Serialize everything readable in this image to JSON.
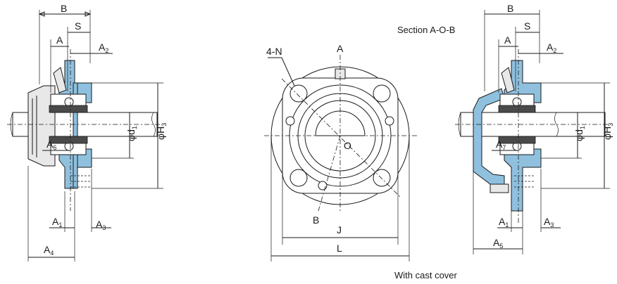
{
  "labels": {
    "B": "B",
    "S": "S",
    "A": "A",
    "A2": "A",
    "A2_sub": "2",
    "A6": "A",
    "A6_sub": "6",
    "A7": "A",
    "A7_sub": "7",
    "A1": "A",
    "A1_sub": "1",
    "A3": "A",
    "A3_sub": "3",
    "A4": "A",
    "A4_sub": "4",
    "A5": "A",
    "A5_sub": "5",
    "d1": "φd",
    "d1_sub": "1",
    "H3": "φH",
    "H3_sub": "3",
    "N": "4-N",
    "O": "O",
    "J": "J",
    "L": "L",
    "section": "Section A-O-B",
    "caption": "With cast cover"
  },
  "colors": {
    "housing_blue": "#8fc0de",
    "line": "#1a1a1a",
    "background": "#ffffff"
  }
}
